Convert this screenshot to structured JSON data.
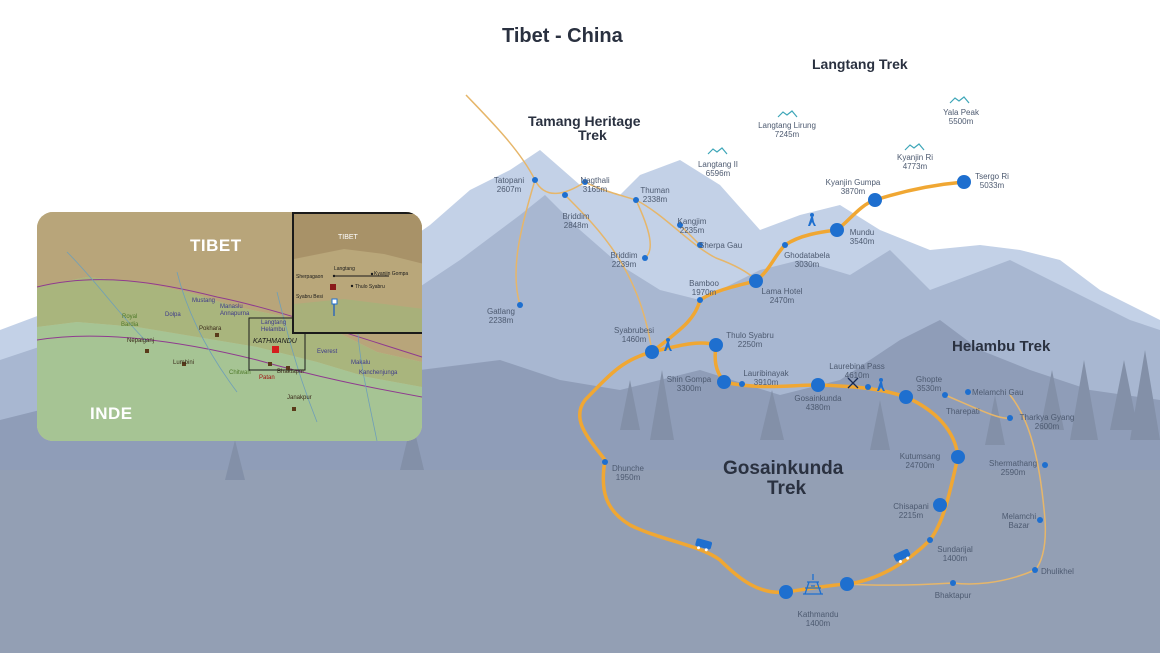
{
  "header": {
    "title": "Tibet - China"
  },
  "regions": {
    "langtang": "Langtang Trek",
    "tamang": [
      "Tamang Heritage",
      "Trek"
    ],
    "helambu": "Helambu Trek",
    "gosainkunda": [
      "Gosainkunda",
      "Trek"
    ]
  },
  "peaks": [
    {
      "name": "Langtang Lirung",
      "alt": "7245m"
    },
    {
      "name": "Yala Peak",
      "alt": "5500m"
    },
    {
      "name": "Langtang II",
      "alt": "6596m"
    },
    {
      "name": "Kyanjin Ri",
      "alt": "4773m"
    }
  ],
  "places": {
    "tatopani": {
      "name": "Tatopani",
      "alt": "2607m"
    },
    "nagthali": {
      "name": "Nagthali",
      "alt": "3165m"
    },
    "thuman": {
      "name": "Thuman",
      "alt": "2338m"
    },
    "briddim1": {
      "name": "Briddim",
      "alt": "2848m"
    },
    "kangjim": {
      "name": "Kangjim",
      "alt": "2235m"
    },
    "sherpagau": {
      "name": "Sherpa Gau",
      "alt": ""
    },
    "briddim2": {
      "name": "Briddim",
      "alt": "2239m"
    },
    "bamboo": {
      "name": "Bamboo",
      "alt": "1970m"
    },
    "gatlang": {
      "name": "Gatlang",
      "alt": "2238m"
    },
    "lamahotel": {
      "name": "Lama Hotel",
      "alt": "2470m"
    },
    "ghodatabela": {
      "name": "Ghodatabela",
      "alt": "3030m"
    },
    "mundu": {
      "name": "Mundu",
      "alt": "3540m"
    },
    "kyanjin": {
      "name": "Kyanjin Gumpa",
      "alt": "3870m"
    },
    "tsergo": {
      "name": "Tsergo Ri",
      "alt": "5033m"
    },
    "syabrubesi": {
      "name": "Syabrubesi",
      "alt": "1460m"
    },
    "thulo": {
      "name": "Thulo Syabru",
      "alt": "2250m"
    },
    "shin": {
      "name": "Shin Gompa",
      "alt": "3300m"
    },
    "lauribinayak": {
      "name": "Lauribinayak",
      "alt": "3910m"
    },
    "gosainkunda": {
      "name": "Gosainkunda",
      "alt": "4380m"
    },
    "laurebina": {
      "name": "Laurebina Pass",
      "alt": "4610m"
    },
    "ghopte": {
      "name": "Ghopte",
      "alt": "3530m"
    },
    "melamchigau": {
      "name": "Melamchi Gau",
      "alt": ""
    },
    "tharepati": {
      "name": "Tharepati",
      "alt": ""
    },
    "tharkyang": {
      "name": "Tharkya Gyang",
      "alt": "2600m"
    },
    "kutumsang": {
      "name": "Kutumsang",
      "alt": "24700m"
    },
    "shermathang": {
      "name": "Shermathang",
      "alt": "2590m"
    },
    "dhunche": {
      "name": "Dhunche",
      "alt": "1950m"
    },
    "chisapani": {
      "name": "Chisapani",
      "alt": "2215m"
    },
    "melamchibazar": {
      "name": "Melamchi",
      "alt": "Bazar"
    },
    "sundarijal": {
      "name": "Sundarijal",
      "alt": "1400m"
    },
    "dhulikhel": {
      "name": "Dhulikhel",
      "alt": ""
    },
    "bhaktapur": {
      "name": "Bhaktapur",
      "alt": ""
    },
    "kathmandu": {
      "name": "Kathmandu",
      "alt": "1400m"
    }
  },
  "inset": {
    "tibet": "TIBET",
    "inde": "INDE",
    "zoom_tibet": "TIBET",
    "kathmandu": "KATHMANDU",
    "labels": [
      "Dolpa",
      "Mustang",
      "Manaslu",
      "Annapurna",
      "Royal",
      "Bardia",
      "Nepalganj",
      "Pokhara",
      "Lumbini",
      "Chitwan",
      "Patan",
      "Bhaktapur",
      "Everest",
      "Kanchenjunga",
      "Makalu",
      "Janakpur",
      "Langtang",
      "Helambu"
    ],
    "zoom_labels": [
      "Langtang",
      "Kyanjin Gompa",
      "Sherpagaon",
      "Thulo Syabru",
      "Syabru Besi"
    ]
  },
  "colors": {
    "trail": "#f0a733",
    "node": "#1e6fcf",
    "sky": "#c6d4e8",
    "mountain_far": "#a9b8d3",
    "mountain_mid": "#8e9cba",
    "ground": "#9aa6b8"
  }
}
